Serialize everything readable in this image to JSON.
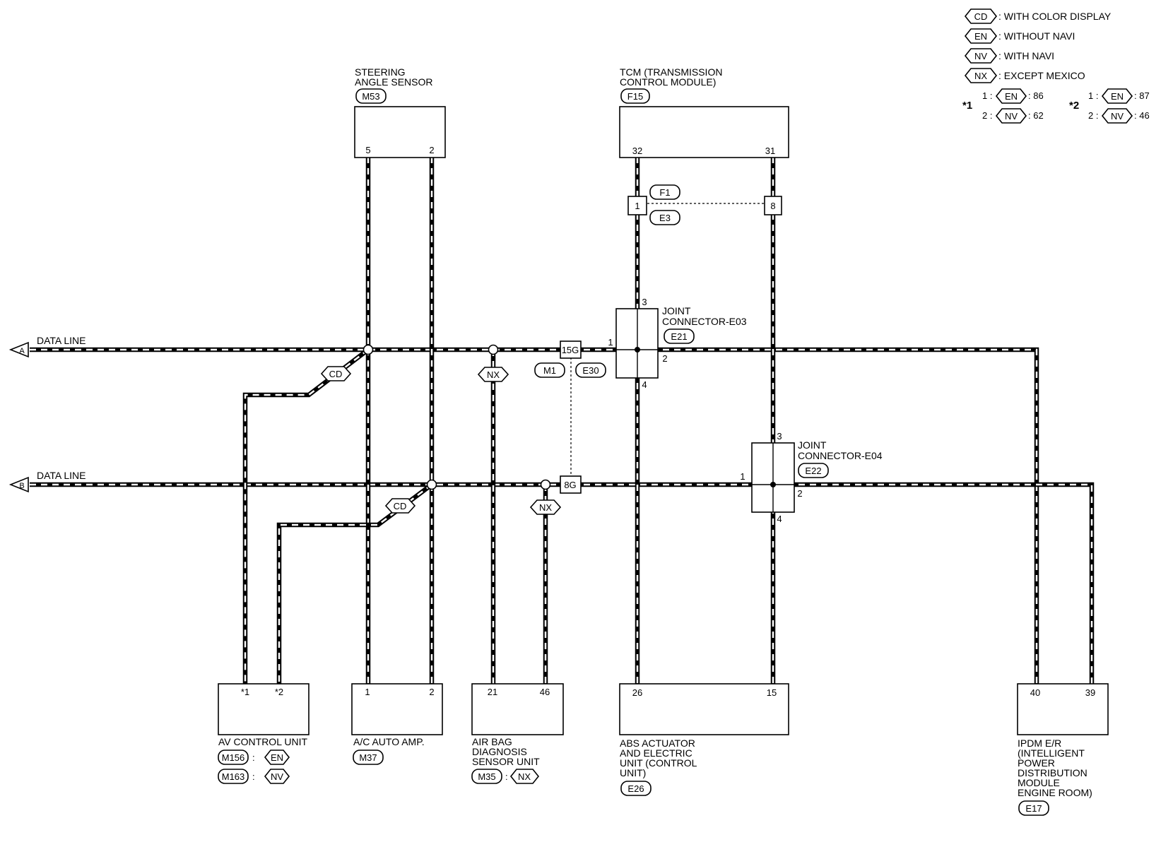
{
  "legend": {
    "items": [
      {
        "code": "CD",
        "text": ": WITH COLOR DISPLAY"
      },
      {
        "code": "EN",
        "text": ": WITHOUT NAVI"
      },
      {
        "code": "NV",
        "text": ": WITH NAVI"
      },
      {
        "code": "NX",
        "text": ": EXCEPT MEXICO"
      }
    ],
    "star1": {
      "mark": "*1",
      "rows": [
        {
          "idx": "1 :",
          "code": "EN",
          "val": ": 86"
        },
        {
          "idx": "2 :",
          "code": "NV",
          "val": ": 62"
        }
      ]
    },
    "star2": {
      "mark": "*2",
      "rows": [
        {
          "idx": "1 :",
          "code": "EN",
          "val": ": 87"
        },
        {
          "idx": "2 :",
          "code": "NV",
          "val": ": 46"
        }
      ]
    }
  },
  "components": {
    "steering": {
      "line1": "STEERING",
      "line2": "ANGLE SENSOR",
      "conn": "M53",
      "pin_a": "5",
      "pin_b": "2"
    },
    "tcm": {
      "line1": "TCM (TRANSMISSION",
      "line2": "CONTROL MODULE)",
      "conn": "F15",
      "pin_a": "32",
      "pin_b": "31"
    },
    "av": {
      "line1": "AV CONTROL UNIT",
      "conn1": "M156",
      "var1": "EN",
      "conn2": "M163",
      "var2": "NV",
      "sep": ":",
      "pin_a": "*1",
      "pin_b": "*2"
    },
    "ac": {
      "line1": "A/C AUTO AMP.",
      "conn": "M37",
      "pin_a": "1",
      "pin_b": "2"
    },
    "airbag": {
      "line1": "AIR BAG",
      "line2": "DIAGNOSIS",
      "line3": "SENSOR UNIT",
      "conn": "M35",
      "var": "NX",
      "sep": ":",
      "pin_a": "21",
      "pin_b": "46"
    },
    "abs": {
      "line1": "ABS ACTUATOR",
      "line2": "AND ELECTRIC",
      "line3": "UNIT (CONTROL",
      "line4": "UNIT)",
      "conn": "E26",
      "pin_a": "26",
      "pin_b": "15"
    },
    "ipdm": {
      "line1": "IPDM E/R",
      "line2": "(INTELLIGENT",
      "line3": "POWER",
      "line4": "DISTRIBUTION",
      "line5": "MODULE",
      "line6": "ENGINE ROOM)",
      "conn": "E17",
      "pin_a": "40",
      "pin_b": "39"
    }
  },
  "joints": {
    "e03": {
      "line1": "JOINT",
      "line2": "CONNECTOR-E03",
      "conn": "E21",
      "p1": "1",
      "p2": "2",
      "p3": "3",
      "p4": "4"
    },
    "e04": {
      "line1": "JOINT",
      "line2": "CONNECTOR-E04",
      "conn": "E22",
      "p1": "1",
      "p2": "2",
      "p3": "3",
      "p4": "4"
    }
  },
  "inline": {
    "f1e3": {
      "top": "F1",
      "bottom": "E3",
      "pin_left": "1",
      "pin_right": "8"
    },
    "m1e30": {
      "left": "M1",
      "right": "E30",
      "pin_a": "15G",
      "pin_b": "8G"
    }
  },
  "datalines": {
    "a": {
      "letter": "A",
      "label": "DATA LINE"
    },
    "b": {
      "letter": "B",
      "label": "DATA LINE"
    }
  },
  "tags": {
    "cd": "CD",
    "nx": "NX"
  }
}
